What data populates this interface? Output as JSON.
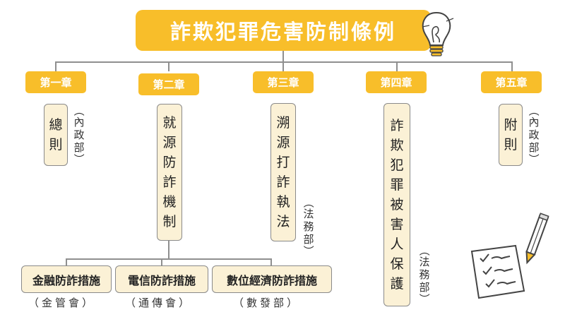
{
  "title": "詐欺犯罪危害防制條例",
  "chapters": [
    {
      "label": "第一章",
      "content": "總則",
      "agency": "（內政部）"
    },
    {
      "label": "第二章",
      "content": "就源防詐機制",
      "agency": ""
    },
    {
      "label": "第三章",
      "content": "溯源打詐執法",
      "agency": "（法務部）"
    },
    {
      "label": "第四章",
      "content": "詐欺犯罪被害人保護",
      "agency": "（法務部）"
    },
    {
      "label": "第五章",
      "content": "附則",
      "agency": "（內政部）"
    }
  ],
  "measures": [
    {
      "label": "金融防詐措施",
      "agency": "（金管會）"
    },
    {
      "label": "電信防詐措施",
      "agency": "（通傳會）"
    },
    {
      "label": "數位經濟防詐措施",
      "agency": "（數發部）"
    }
  ],
  "icons": {
    "bulb": "light-bulb-icon",
    "pencil": "pencil-icon",
    "checklist": "checklist-icon"
  },
  "colors": {
    "accent": "#f8be2a",
    "box_fill": "#fbf1d6",
    "line": "#8f8f8f"
  }
}
